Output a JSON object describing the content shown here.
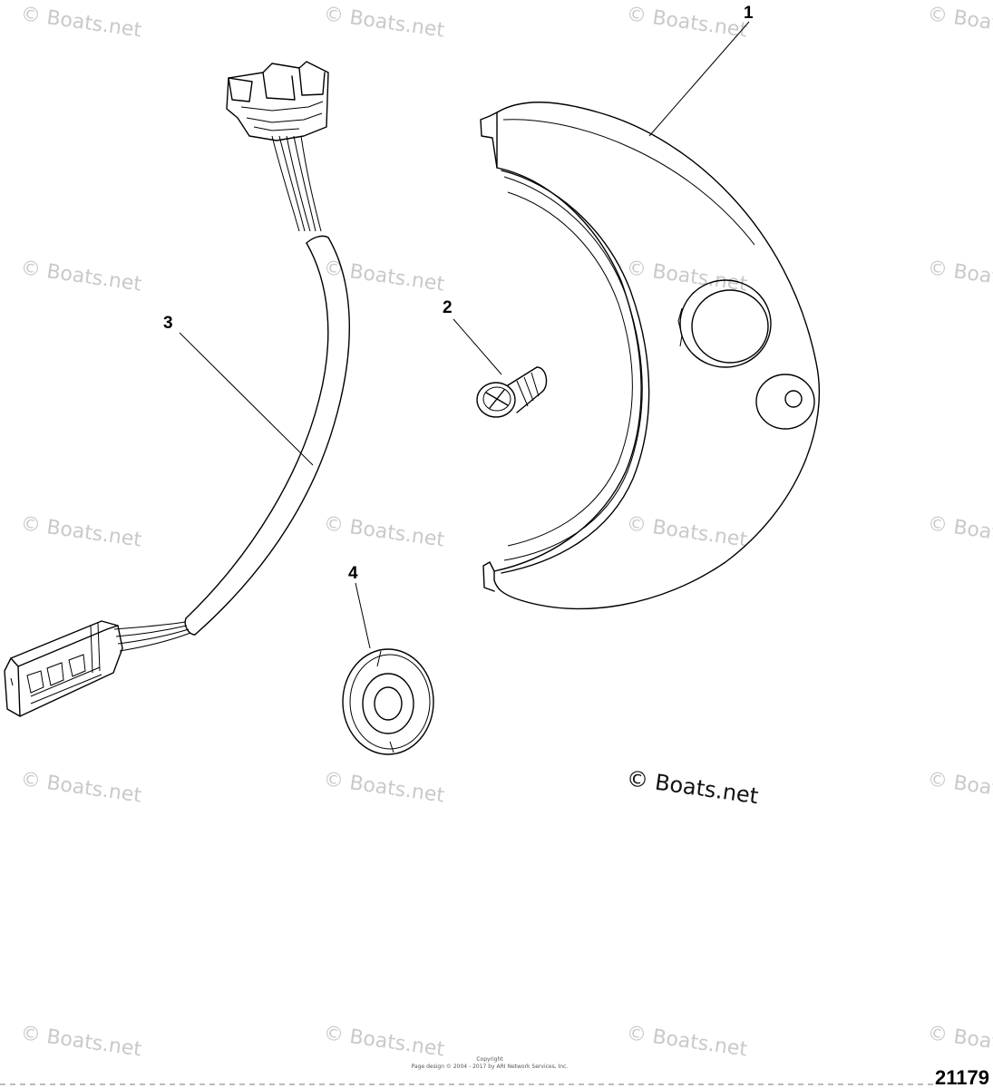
{
  "watermark": {
    "text": "© Boats.net",
    "main_text": "© Boats.net"
  },
  "callouts": [
    {
      "id": "1",
      "label": "1"
    },
    {
      "id": "2",
      "label": "2"
    },
    {
      "id": "3",
      "label": "3"
    },
    {
      "id": "4",
      "label": "4"
    }
  ],
  "figure_number": "21179",
  "copyright": {
    "line1": "Copyright",
    "line2": "Page design © 2004 - 2017 by ARI Network Services, Inc."
  }
}
